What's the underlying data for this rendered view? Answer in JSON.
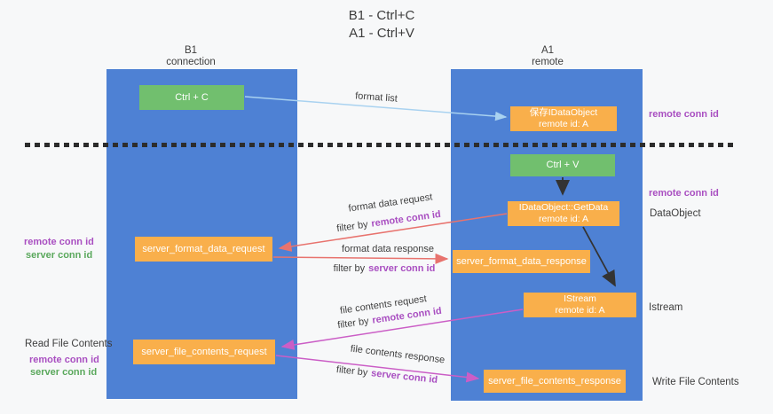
{
  "title": {
    "line1": "B1 - Ctrl+C",
    "line2": "A1 - Ctrl+V"
  },
  "lanes": {
    "left": {
      "name": "B1",
      "sub": "connection"
    },
    "right": {
      "name": "A1",
      "sub": "remote"
    }
  },
  "boxes": {
    "ctrl_c": {
      "label": "Ctrl + C"
    },
    "ctrl_v": {
      "label": "Ctrl + V"
    },
    "save_dataobject": {
      "line1": "保存IDataObject",
      "line2": "remote id: A"
    },
    "getdata": {
      "line1": "IDataObject::GetData",
      "line2": "remote id: A"
    },
    "istream": {
      "line1": "IStream",
      "line2": "remote id: A"
    },
    "format_request": {
      "label": "server_format_data_request"
    },
    "format_response": {
      "label": "server_format_data_response"
    },
    "file_request": {
      "label": "server_file_contents_request"
    },
    "file_response": {
      "label": "server_file_contents_response"
    }
  },
  "flows": {
    "format_list": {
      "label": "format list"
    },
    "format_request": {
      "label": "format data request",
      "filter_prefix": "filter by",
      "filter_key": "remote conn id"
    },
    "format_response": {
      "label": "format data response",
      "filter_prefix": "filter by",
      "filter_key": "server conn id"
    },
    "file_request": {
      "label": "file contents request",
      "filter_prefix": "filter by",
      "filter_key": "remote conn id"
    },
    "file_response": {
      "label": "file contents response",
      "filter_prefix": "filter by",
      "filter_key": "server conn id"
    }
  },
  "side_labels": {
    "top_right_remote": "remote conn id",
    "mid_right_remote": "remote conn id",
    "dataobject": "DataObject",
    "istream": "Istream",
    "write_file": "Write File Contents",
    "read_file": "Read File Contents",
    "left_remote": "remote conn id",
    "left_server": "server conn id",
    "bottom_left_remote": "remote conn id",
    "bottom_left_server": "server conn id"
  },
  "colors": {
    "lane_blue": "#4e81d4",
    "box_orange": "#f9af4b",
    "box_green": "#71bf6e",
    "label_purple": "#a94fc1",
    "label_green": "#5aa85c",
    "arrow_light_blue": "#a9d2f0",
    "arrow_salmon": "#e8736e",
    "arrow_magenta": "#cb5ec6",
    "arrow_black": "#333333",
    "text_dark": "#3d3d3d",
    "background": "#f7f8f9"
  }
}
